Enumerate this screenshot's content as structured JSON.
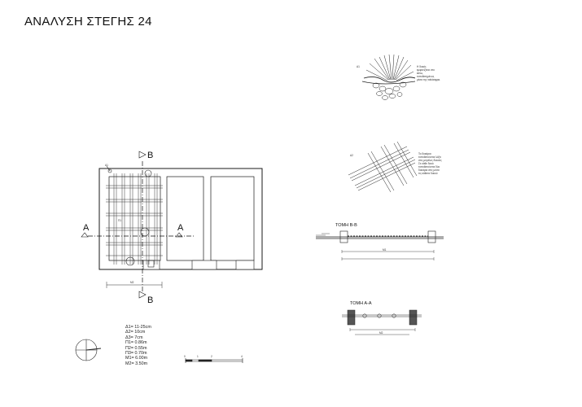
{
  "title": "ΑΝΑΛΥΣΗ ΣΤΕΓΗΣ 24",
  "plan": {
    "section_B_top": "B",
    "section_B_bottom": "B",
    "section_A_left": "A",
    "section_A_right": "A"
  },
  "detail_1": {
    "ref": "Α1",
    "note": [
      "Η δοκός",
      "εμφανίζεται στο",
      "κάτω,",
      "τοποθετημένος",
      "μέσα της ταϊκάσφρα."
    ]
  },
  "detail_2": {
    "ref": "Α2",
    "note": [
      "Τα δοκάρια",
      "τοποθετούνται λόξα",
      "στις μεγάλες δοκούς",
      "Σε κάθε δοκό",
      "τοποθετούνται δύο",
      "δοκάρια στις μέσα",
      "τις κάθετα δοκού"
    ]
  },
  "section_bb_label": "ΤΟΜΗ Β-Β",
  "section_aa_label": "ΤΟΜΗ Α-Α",
  "legend": [
    "Δ1= 11-25cm",
    "Δ2= 10cm",
    "Δ3= 7cm",
    "Π1= 0.86m",
    "Π2= 0.55m",
    "Π3= 0.70m",
    "Μ1= 6.00m",
    "Μ2= 3.50m"
  ],
  "scale_bar": {
    "ticks": [
      "0",
      "1",
      "2",
      "4"
    ]
  }
}
